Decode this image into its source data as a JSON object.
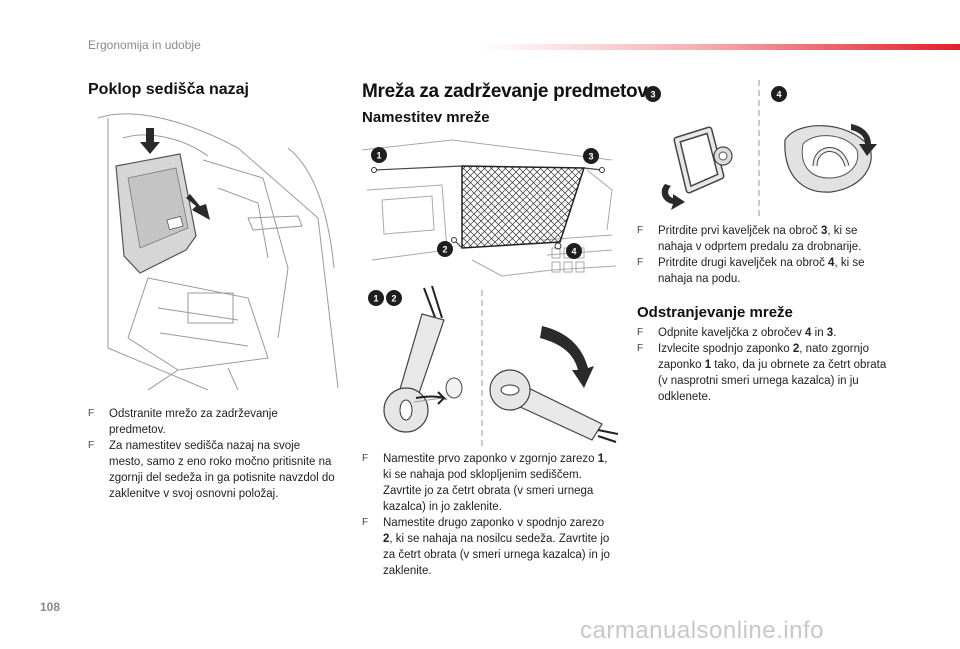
{
  "header": {
    "section": "Ergonomija in udobje",
    "page_number": "108"
  },
  "watermark": "carmanualsonline.info",
  "left": {
    "title": "Poklop sedišča nazaj",
    "bullets": [
      "Odstranite mrežo za zadrževanje predmetov.",
      "Za namestitev sedišča nazaj na svoje mesto, samo z eno roko močno pritisnite na zgornji del sedeža in ga potisnite navzdol do zaklenitve v svoj osnovni položaj."
    ]
  },
  "middle": {
    "title": "Mreža za zadrževanje predmetov",
    "subtitle": "Namestitev mreže",
    "callouts": [
      "1",
      "2",
      "3",
      "4"
    ],
    "bullet1": {
      "a": "Namestite prvo zaponko v zgornjo zarezo ",
      "num": "1",
      "b": ", ki se nahaja pod sklopljenim sediščem. Zavrtite jo za četrt obrata (v smeri urnega kazalca) in jo zaklenite."
    },
    "bullet2": {
      "a": "Namestite drugo zaponko v spodnjo zarezo ",
      "num": "2",
      "b": ", ki se nahaja na nosilcu sedeža. Zavrtite jo za četrt obrata (v smeri urnega kazalca) in jo zaklenite."
    }
  },
  "right": {
    "callouts": [
      "3",
      "4"
    ],
    "bullet1": {
      "a": "Pritrdite prvi kaveljček na obroč ",
      "num": "3",
      "b": ", ki se nahaja v odprtem predalu za drobnarije."
    },
    "bullet2": {
      "a": "Pritrdite drugi kaveljček na obroč ",
      "num": "4",
      "b": ", ki se nahaja na podu."
    },
    "title": "Odstranjevanje mreže",
    "rem1": {
      "a": "Odpnite kaveljčka z obročev ",
      "n1": "4",
      "mid": " in ",
      "n2": "3",
      "end": "."
    },
    "rem2": {
      "a": "Izvlecite spodnjo zaponko ",
      "n1": "2",
      "mid": ", nato zgornjo zaponko ",
      "n2": "1",
      "end": " tako, da ju obrnete za četrt obrata (v nasprotni smeri urnega kazalca) in ju odklenete."
    }
  },
  "marker": "F"
}
